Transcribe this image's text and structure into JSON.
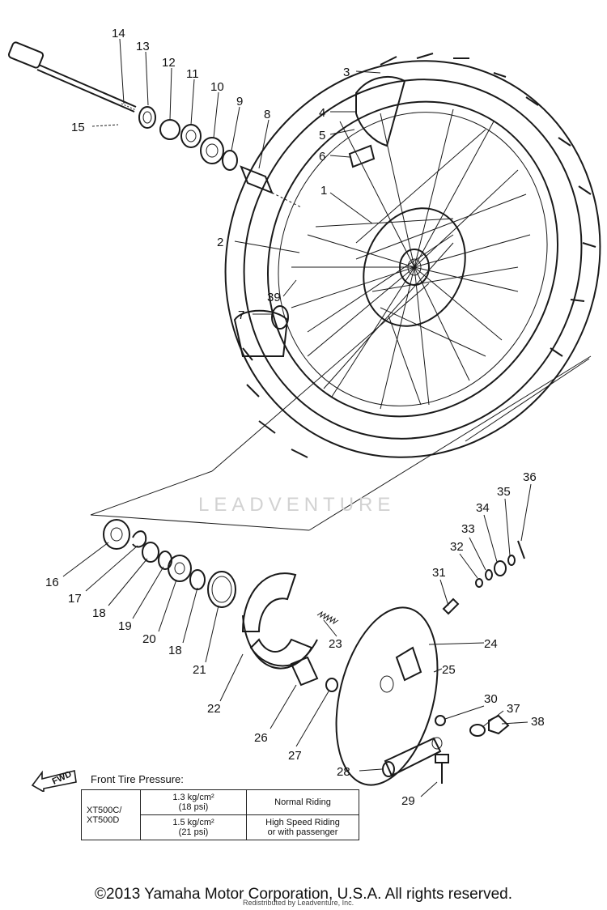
{
  "watermark": "LEADVENTURE",
  "callouts": [
    "14",
    "13",
    "12",
    "11",
    "10",
    "9",
    "8",
    "15",
    "3",
    "4",
    "5",
    "6",
    "1",
    "2",
    "39",
    "7",
    "16",
    "17",
    "18",
    "19",
    "20",
    "18",
    "21",
    "22",
    "23",
    "24",
    "25",
    "26",
    "27",
    "31",
    "32",
    "33",
    "34",
    "35",
    "36",
    "30",
    "37",
    "38",
    "28",
    "29"
  ],
  "fwd_label": "FWD",
  "pressure": {
    "title": "Front Tire Pressure:",
    "models": [
      "XT500C/",
      "XT500D"
    ],
    "rows": [
      {
        "value_line1": "1.3 kg/cm²",
        "value_line2": "(18 psi)",
        "condition_line1": "Normal Riding",
        "condition_line2": ""
      },
      {
        "value_line1": "1.5 kg/cm²",
        "value_line2": "(21 psi)",
        "condition_line1": "High Speed Riding",
        "condition_line2": "or with passenger"
      }
    ]
  },
  "copyright": "©2013 Yamaha Motor Corporation, U.S.A. All rights reserved.",
  "redistributed_note": "Redistributed by Leadventure, Inc."
}
